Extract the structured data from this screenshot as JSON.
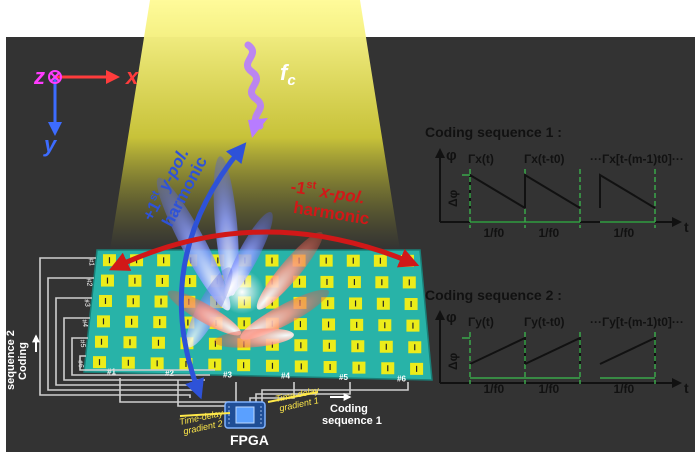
{
  "axes": {
    "z_label": "z",
    "x_label": "x",
    "y_label": "y"
  },
  "incident": {
    "label": "f",
    "label_sub": "c"
  },
  "beam_left": {
    "line1_prefix": "+1",
    "line1_sup": "st",
    "line1_suffix": " y-pol.",
    "line2": "harmonic"
  },
  "beam_right": {
    "line1_prefix": "-1",
    "line1_sup": "st",
    "line1_suffix": " x-pol.",
    "line2": "harmonic"
  },
  "metasurface": {
    "row_labels": [
      "#1",
      "#2",
      "#3",
      "#4",
      "#5",
      "#6"
    ],
    "col_labels": [
      "#1",
      "#2",
      "#3",
      "#4",
      "#5",
      "#6"
    ],
    "rows": 6,
    "cols": 12
  },
  "fpga": {
    "label": "FPGA",
    "gradient_1": [
      "Time-delay",
      "gradient 1"
    ],
    "gradient_2": [
      "Time-delay",
      "gradient 2"
    ]
  },
  "coding_seq_1_label": [
    "Coding",
    "sequence 1"
  ],
  "coding_seq_2_label": [
    "Coding",
    "sequence 2"
  ],
  "plot1": {
    "title": "Coding sequence 1 :",
    "ylabel": "φ",
    "xlabel": "t",
    "delta": "Δφ",
    "gammas": [
      "Γx(t)",
      "Γx(t-t0)",
      "···Γx[t-(m-1)t0]···"
    ],
    "periods": [
      "1/f0",
      "1/f0",
      "1/f0"
    ],
    "direction": "descending"
  },
  "plot2": {
    "title": "Coding sequence 2 :",
    "ylabel": "φ",
    "xlabel": "t",
    "delta": "Δφ",
    "gammas": [
      "Γy(t)",
      "Γy(t-t0)",
      "···Γy[t-(m-1)t0]···"
    ],
    "periods": [
      "1/f0",
      "1/f0",
      "1/f0"
    ],
    "direction": "ascending"
  },
  "colors": {
    "panel": "#333333",
    "surface_teal": "#28b3a8",
    "patch_yellow": "#ecec1a",
    "beam_blue": "#2e52d8",
    "beam_red": "#d11818",
    "axis_red": "#ff3c3c",
    "axis_blue": "#3d6cff",
    "axis_magenta": "#ff3cff",
    "wave_purple": "#b77cff",
    "green_dash": "#3aa84a",
    "yellow_text": "#ffe94a"
  }
}
